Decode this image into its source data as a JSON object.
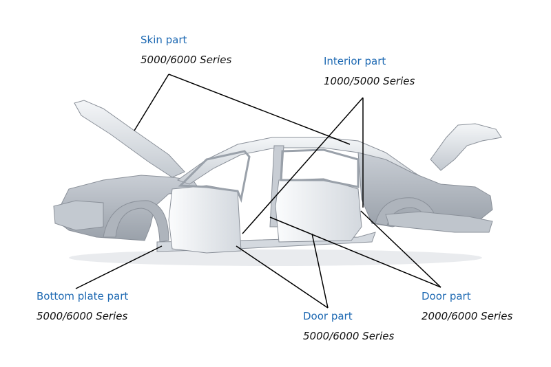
{
  "colors": {
    "label_title": "#1f6ab3",
    "label_series": "#111111",
    "leader_line": "#000000",
    "car_body_light": "#eef0f3",
    "car_body_shade": "#b9bfc7",
    "car_outline": "#8a9099"
  },
  "labels": {
    "skin": {
      "title": "Skin part",
      "series": "5000/6000 Series"
    },
    "interior": {
      "title": "Interior part",
      "series": "1000/5000 Series"
    },
    "bottom_plate": {
      "title": "Bottom plate part",
      "series": "5000/6000 Series"
    },
    "door_center": {
      "title": "Door part",
      "series": "5000/6000 Series"
    },
    "door_right": {
      "title": "Door part",
      "series": "2000/6000 Series"
    }
  }
}
